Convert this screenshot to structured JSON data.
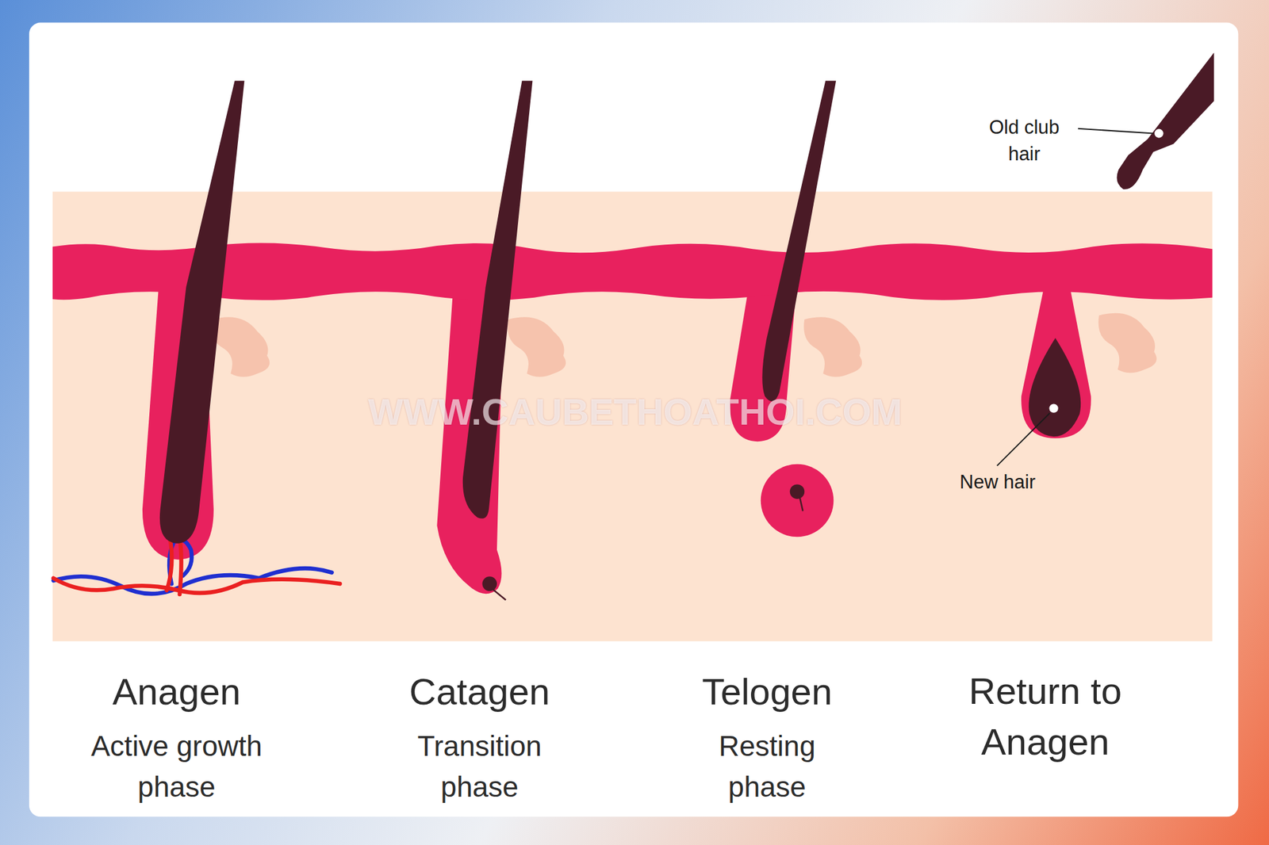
{
  "diagram": {
    "labels": [
      "Old club hair",
      "New hair",
      "WWW.CAUBETHOATHOI.COM",
      "Anagen",
      "Active growth phase",
      "Catagen",
      "Transition phase",
      "Telogen",
      "Resting phase",
      "Return to Anagen"
    ]
  }
}
